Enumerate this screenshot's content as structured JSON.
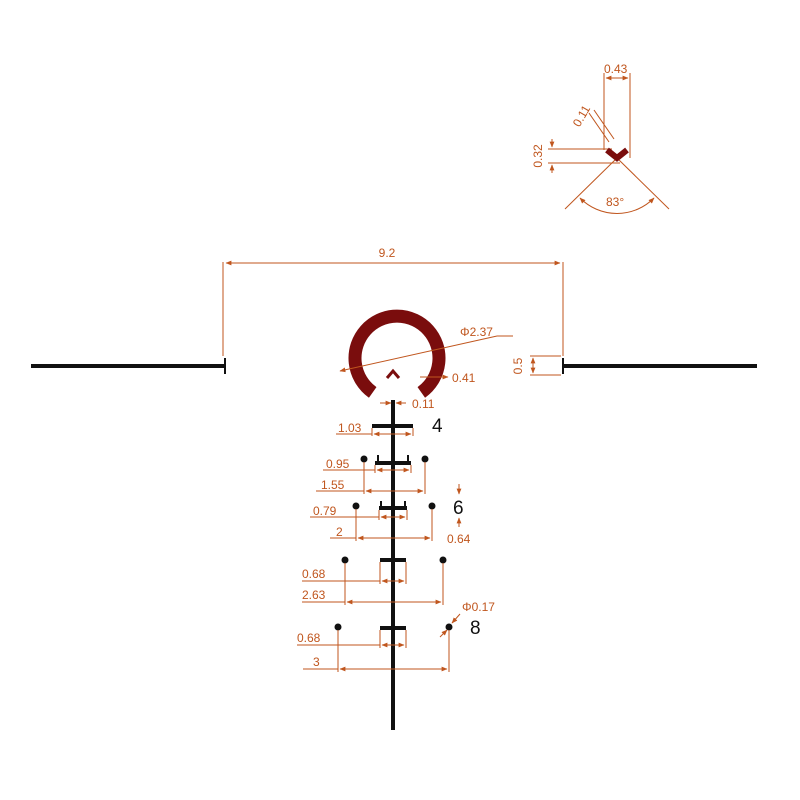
{
  "colors": {
    "reticle": "#111111",
    "dimension": "#c0561e",
    "illuminated_ring": "#7a0d0d",
    "background": "#ffffff"
  },
  "dimensions": {
    "center_gap": "9.2",
    "post_thickness": "0.5",
    "ring_diameter": "Φ2.37",
    "ring_gap": "0.41",
    "line_thickness": "0.11",
    "chevron_width": "0.43",
    "chevron_thickness": "0.11",
    "chevron_height": "0.32",
    "chevron_angle": "83°",
    "bar1_width": "1.03",
    "bar2_width": "0.95",
    "bar2_dot_span": "1.55",
    "bar3_width": "0.79",
    "bar3_dot_span": "2",
    "dot_spacing": "0.64",
    "bar4_width": "0.68",
    "bar4_dot_span": "2.63",
    "bar5_width": "0.68",
    "bar5_dot_span": "3",
    "dot_diameter": "Φ0.17"
  },
  "range_marks": {
    "mark_4": "4",
    "mark_6": "6",
    "mark_8": "8"
  }
}
